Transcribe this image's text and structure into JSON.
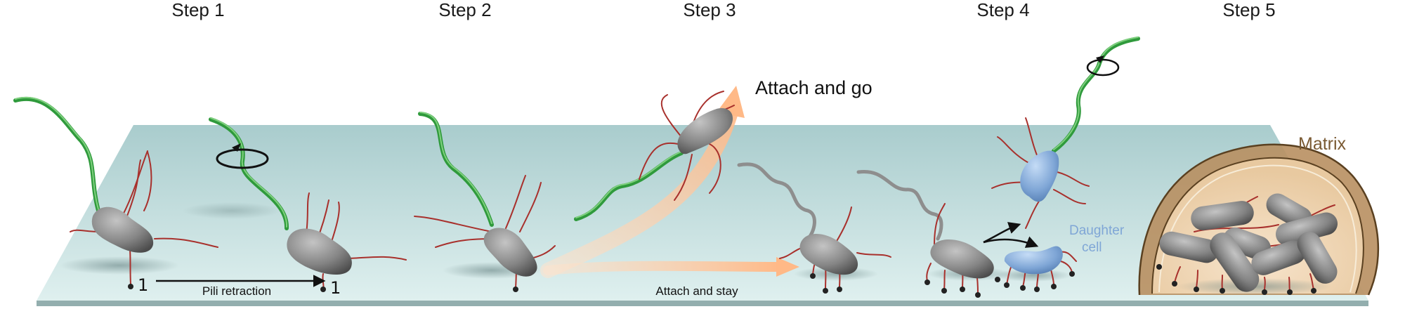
{
  "steps": {
    "step1": "Step 1",
    "step2": "Step 2",
    "step3": "Step 3",
    "step4": "Step 4",
    "step5": "Step 5"
  },
  "annotations": {
    "pili_retraction": "Pili retraction",
    "attach_and_go": "Attach and go",
    "attach_and_stay": "Attach and stay",
    "daughter_cell_line1": "Daughter",
    "daughter_cell_line2": "cell",
    "matrix": "Matrix",
    "marker_1": "1",
    "marker_2": "1"
  },
  "colors": {
    "surface": "#cfe6e6",
    "cell_gray": "#8a8a8a",
    "flagellum": "#2f9a3c",
    "pili": "#a8302c",
    "daughter_cell": "#7fa6d6",
    "arrow_peach": "#ffc597",
    "matrix_brown": "#7a5a33"
  }
}
